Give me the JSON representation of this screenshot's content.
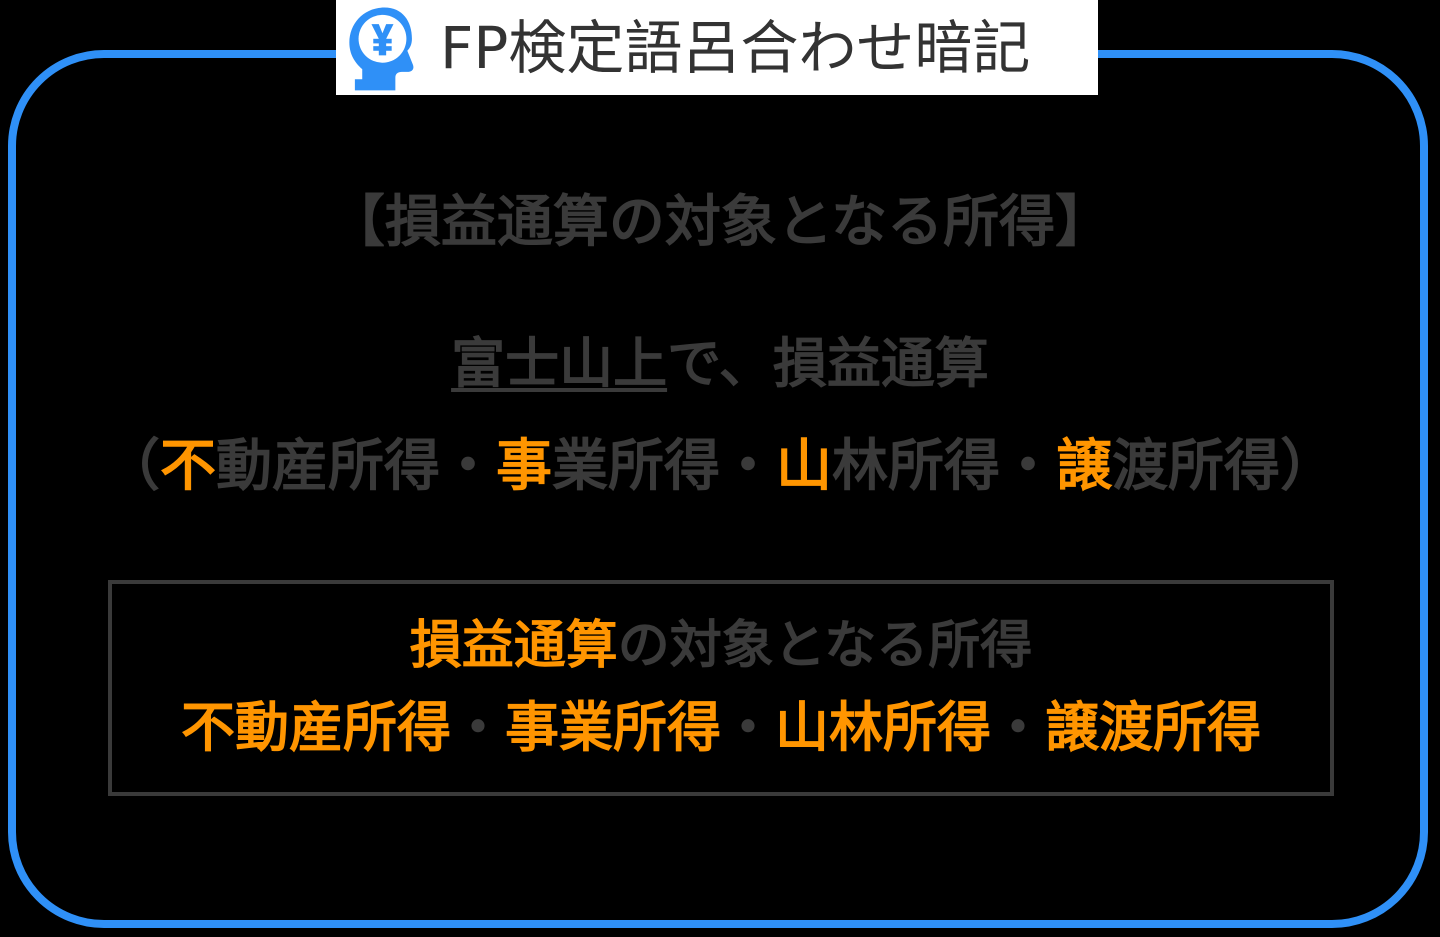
{
  "header": {
    "badge_title": "FP検定語呂合わせ暗記",
    "icon_name": "head-with-yen-icon",
    "icon_color": "#2F90F7",
    "badge_background": "#FFFFFF"
  },
  "theme": {
    "frame_color": "#2F90F7",
    "background": "#000000",
    "text_color": "#3A3A3A",
    "highlight_color": "#FF9500"
  },
  "main": {
    "title": "【損益通算の対象となる所得】",
    "mnemonic": {
      "underlined_part": "富士山上",
      "rest": "で、損益通算"
    },
    "expansion": {
      "open_paren": "（",
      "close_paren": "）",
      "separator": "・",
      "terms": [
        {
          "head": "不",
          "tail": "動産所得"
        },
        {
          "head": "事",
          "tail": "業所得"
        },
        {
          "head": "山",
          "tail": "林所得"
        },
        {
          "head": "譲",
          "tail": "渡所得"
        }
      ]
    }
  },
  "summary_box": {
    "heading_highlight": "損益通算",
    "heading_rest": "の対象となる所得",
    "separator": "・",
    "items": [
      "不動産所得",
      "事業所得",
      "山林所得",
      "譲渡所得"
    ]
  }
}
